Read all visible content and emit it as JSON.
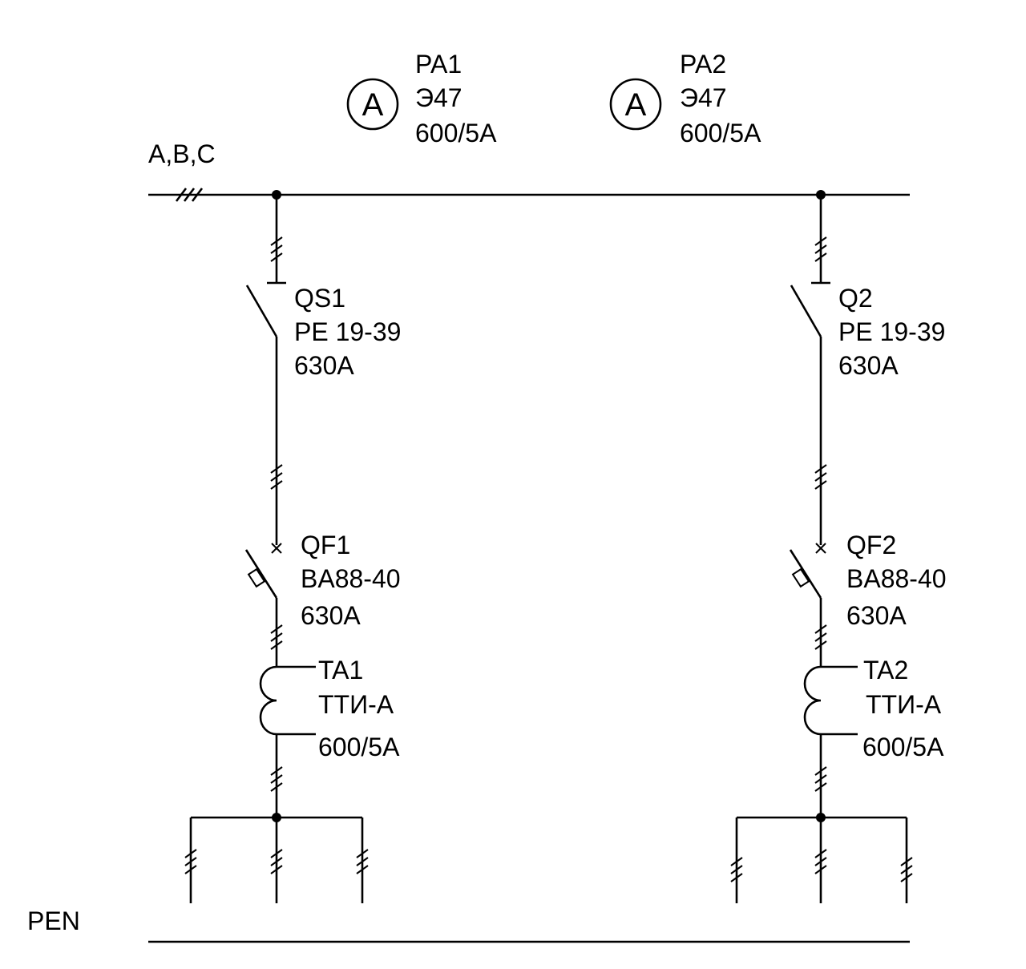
{
  "bus": {
    "label": "A,B,C"
  },
  "pen": {
    "label": "PEN"
  },
  "meters": [
    {
      "symbol": "A",
      "lines": [
        "PA1",
        "Э47",
        "600/5A"
      ]
    },
    {
      "symbol": "A",
      "lines": [
        "PA2",
        "Э47",
        "600/5A"
      ]
    }
  ],
  "branches": [
    {
      "disconnector": [
        "QS1",
        "PE 19-39",
        "630A"
      ],
      "breaker": [
        "QF1",
        "BA88-40",
        "630A"
      ],
      "transformer": [
        "TA1",
        "ТТИ-А",
        "600/5A"
      ]
    },
    {
      "disconnector": [
        "Q2",
        "PE 19-39",
        "630A"
      ],
      "breaker": [
        "QF2",
        "BA88-40",
        "630A"
      ],
      "transformer": [
        "TA2",
        "ТТИ-А",
        "600/5A"
      ]
    }
  ]
}
